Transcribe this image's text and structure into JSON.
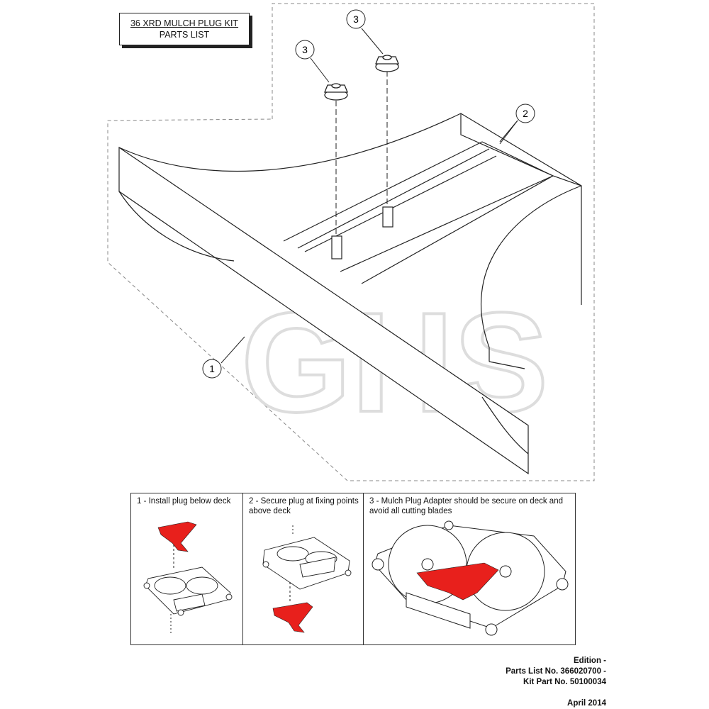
{
  "title": {
    "line1": "36 XRD MULCH PLUG KIT",
    "line2": "PARTS LIST"
  },
  "callouts": [
    "1",
    "2",
    "3",
    "3"
  ],
  "watermark": "GHS",
  "steps": [
    {
      "caption": "1 - Install plug below deck"
    },
    {
      "caption": "2 - Secure plug at fixing points above  deck"
    },
    {
      "caption": "3 - Mulch Plug Adapter should be secure on deck and avoid all cutting blades"
    }
  ],
  "footer": {
    "edition": "Edition -",
    "parts_list": "Parts List No. 366020700 -",
    "kit_part": "Kit Part No. 50100034",
    "date": "April 2014"
  },
  "colors": {
    "highlight": "#e8201c",
    "line": "#222222",
    "dashed": "#888888"
  }
}
